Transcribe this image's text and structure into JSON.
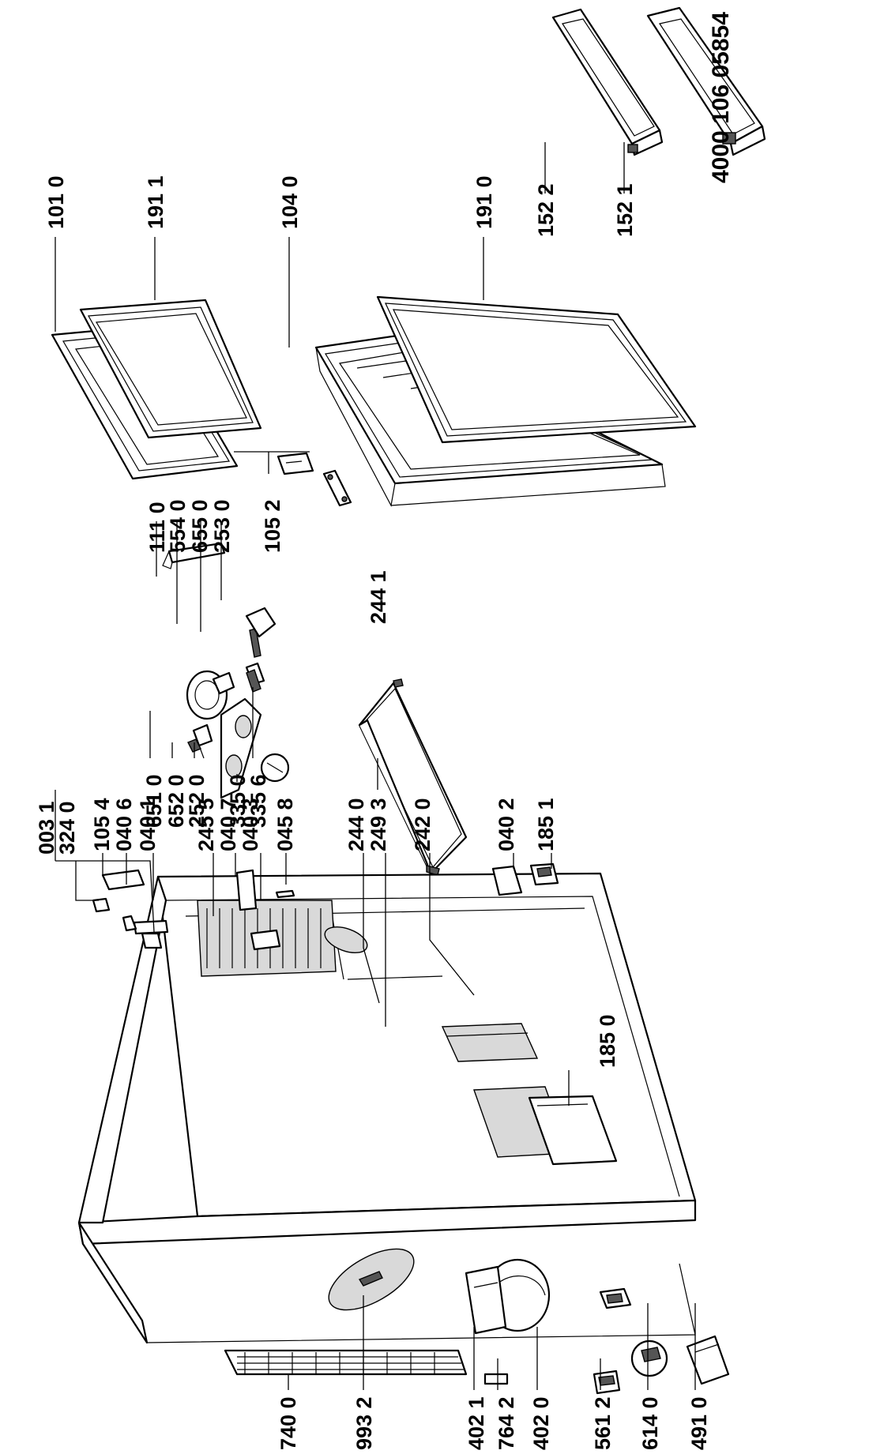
{
  "document_code": "4000 106 05854",
  "labels": {
    "l0031": "003 1",
    "l3240": "324 0",
    "l1054": "105 4",
    "l0406": "040 6",
    "l0401": "040 1",
    "l2455": "245 5",
    "l0407": "040 7",
    "l0403": "040 3",
    "l0458": "045 8",
    "l2440": "244 0",
    "l2493": "249 3",
    "l2420": "242 0",
    "l0402": "040 2",
    "l1851": "185 1",
    "l1850": "185 0",
    "l4910": "491 0",
    "l6140": "614 0",
    "l5612": "561 2",
    "l4020": "402 0",
    "l7642": "764 2",
    "l4021": "402 1",
    "l9932": "993 2",
    "l7400": "740 0",
    "l6510": "651 0",
    "l6520": "652 0",
    "l2520": "252 0",
    "l3350": "335 0",
    "l3356": "335 6",
    "l1110": "111 0",
    "l5540": "554 0",
    "l6550": "655 0",
    "l2530": "253 0",
    "l1052": "105 2",
    "l2441": "244 1",
    "l1010": "101 0",
    "l1911": "191 1",
    "l1040": "104 0",
    "l1910": "191 0",
    "l1522": "152 2",
    "l1521": "152 1"
  }
}
